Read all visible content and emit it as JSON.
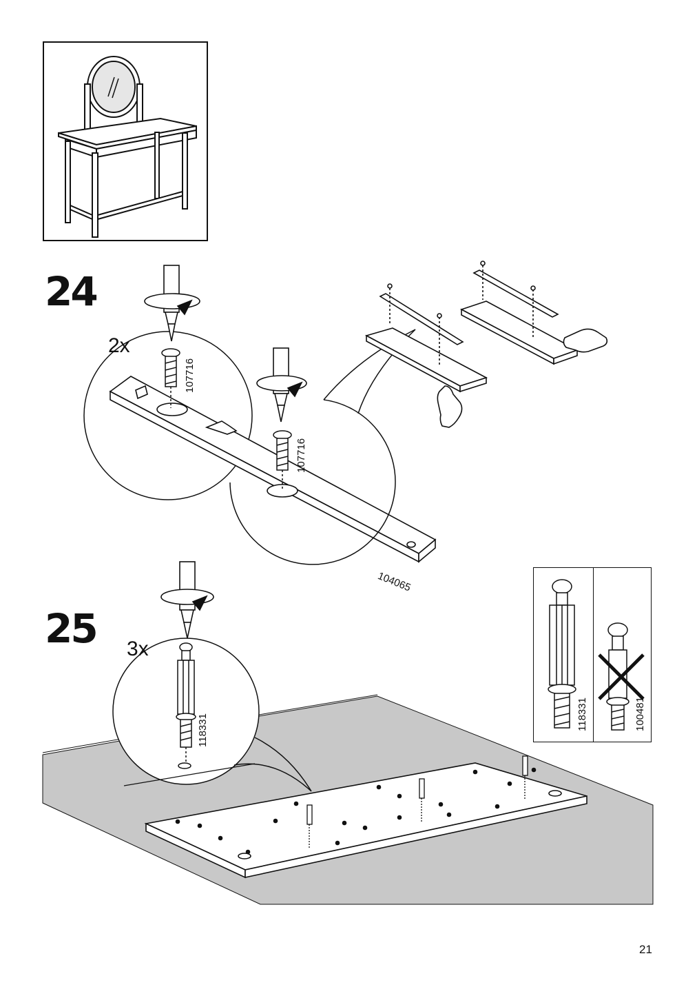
{
  "page": {
    "number": "21"
  },
  "step24": {
    "number": "24",
    "quantity": "2x",
    "screw_code_a": "107716",
    "screw_code_b": "107716",
    "rail_code": "104065"
  },
  "step25": {
    "number": "25",
    "quantity": "3x",
    "dowel_code": "118331"
  },
  "inset": {
    "correct_code": "118331",
    "wrong_code": "100481"
  },
  "icons": [
    "dressing-table-overview",
    "screwdriver-icon",
    "rotate-arrow-icon",
    "pointing-hand-icon",
    "cross-mark-icon"
  ]
}
